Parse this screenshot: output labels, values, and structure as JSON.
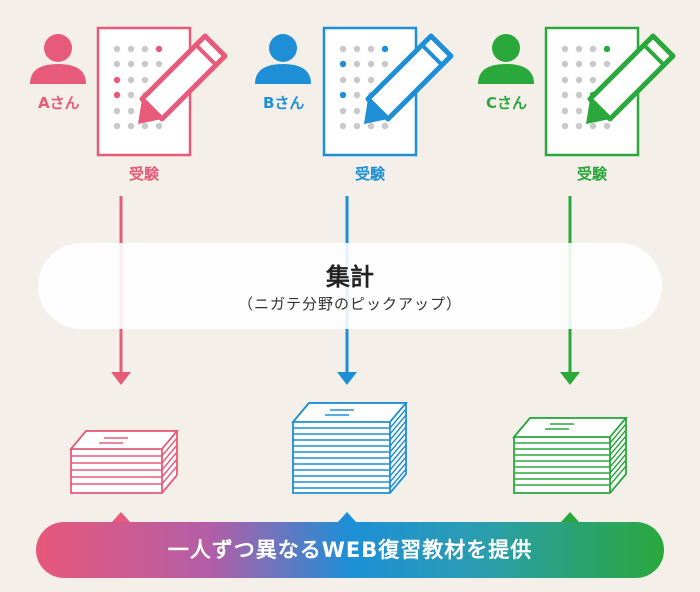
{
  "persons": [
    {
      "name": "Aさん",
      "exam": "受験",
      "color": "#e85a7a"
    },
    {
      "name": "Bさん",
      "exam": "受験",
      "color": "#1e8fd6"
    },
    {
      "name": "Cさん",
      "exam": "受験",
      "color": "#2aa83c"
    }
  ],
  "aggregate": {
    "title": "集計",
    "subtitle": "（ニガテ分野のピックアップ）"
  },
  "banner": {
    "text": "一人ずつ異なるWEB復習教材を提供"
  }
}
